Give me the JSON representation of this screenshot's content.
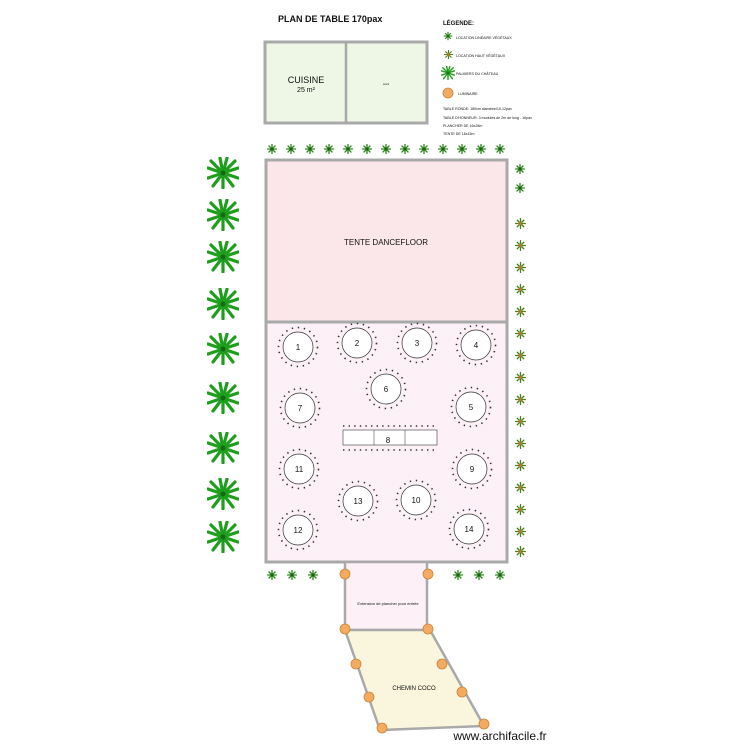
{
  "title": "PLAN DE TABLE 170pax",
  "legend": {
    "heading": "LÉGENDE:",
    "items": [
      {
        "label": "LOCATION LINÉAIRE VÉGÉTAUX",
        "icon": "shrub-icon"
      },
      {
        "label": "LOCATION HAUT VÉGÉTAUX",
        "icon": "tall-plant-icon"
      },
      {
        "label": "PALMIERS DU CHÂTEAU",
        "icon": "palm-icon"
      },
      {
        "label": "LUMINAIRE",
        "icon": "light-icon"
      }
    ],
    "notes": [
      "TABLE RONDE: 180cm diamètre/10-12pax",
      "TABLE D'HONNEUR: 3 modules de 2m de long - 16pax",
      "PLANCHER DE 16x28m",
      "TENTE DE 16x15m"
    ]
  },
  "rooms": {
    "kitchen": {
      "name": "CUISINE",
      "area": "25 m²"
    },
    "storage": {
      "label": "stock"
    },
    "tent": {
      "label": "TENTE DANCEFLOOR"
    },
    "extension": {
      "label": "Extension de plancher pour entrée"
    },
    "path": {
      "label": "CHEMIN COCO"
    }
  },
  "tables": [
    "1",
    "2",
    "3",
    "4",
    "5",
    "6",
    "7",
    "8",
    "9",
    "10",
    "11",
    "12",
    "13",
    "14"
  ],
  "watermark": "www.archifacile.fr",
  "colors": {
    "wall": "#a9a9a9",
    "kitchen_fill": "#eef7e6",
    "tent_fill": "#fbe7ea",
    "floor_fill": "#fdf0f7",
    "path_fill": "#faf6dd",
    "light": "#f2ab61",
    "palm": "#1d9e1d"
  }
}
